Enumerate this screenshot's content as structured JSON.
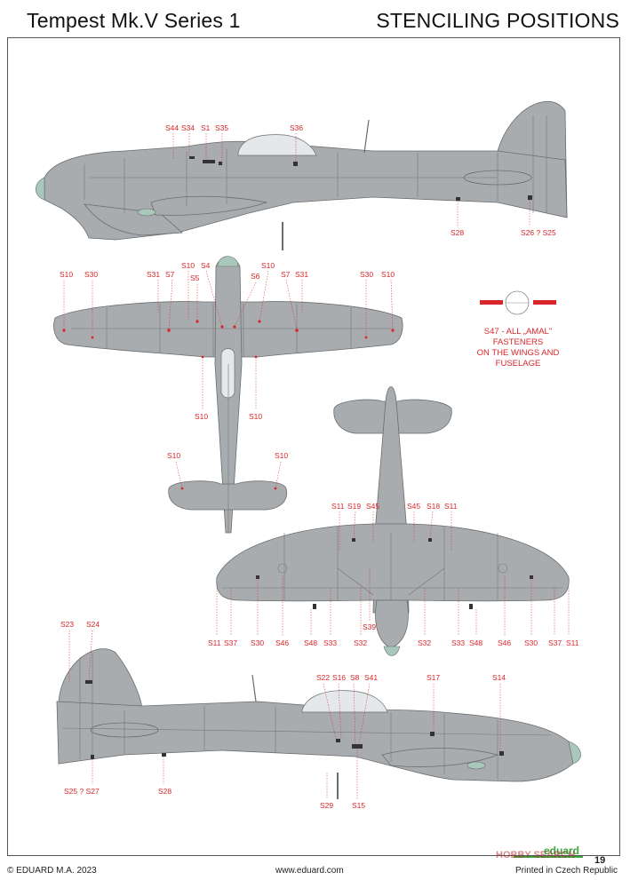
{
  "header": {
    "title_left": "Tempest Mk.V Series 1",
    "title_right": "STENCILING POSITIONS"
  },
  "footer": {
    "copyright": "© EDUARD M.A. 2023",
    "website": "www.eduard.com",
    "printed": "Printed in Czech Republic",
    "page": "19",
    "brand": "eduard",
    "watermark": "HOBBY SEARCH"
  },
  "note": {
    "line1": "S47 - ALL „AMAL\"",
    "line2": "FASTENERS",
    "line3": "ON THE WINGS AND",
    "line4": "FUSELAGE"
  },
  "labels": {
    "s44": "S44",
    "s34": "S34",
    "s1": "S1",
    "s35": "S35",
    "s36": "S36",
    "s28a": "S28",
    "s26_25": "S26 ? S25",
    "s10": "S10",
    "s30": "S30",
    "s31": "S31",
    "s7": "S7",
    "s4": "S4",
    "s5": "S5",
    "s6": "S6",
    "s11": "S11",
    "s19": "S19",
    "s45": "S45",
    "s18": "S18",
    "s37": "S37",
    "s46": "S46",
    "s48": "S48",
    "s33": "S33",
    "s32": "S32",
    "s39": "S39",
    "s23": "S23",
    "s24": "S24",
    "s22": "S22",
    "s16": "S16",
    "s8": "S8",
    "s41": "S41",
    "s17": "S17",
    "s14": "S14",
    "s25_27": "S25 ? S27",
    "s28b": "S28",
    "s29": "S29",
    "s15": "S15"
  },
  "colors": {
    "airframe": "#a9acaf",
    "panel_line": "#6f7275",
    "spinner": "#a9c7bb",
    "canopy": "#dfe4e7",
    "red": "#d8262a",
    "brand_green": "#3aa53a"
  }
}
